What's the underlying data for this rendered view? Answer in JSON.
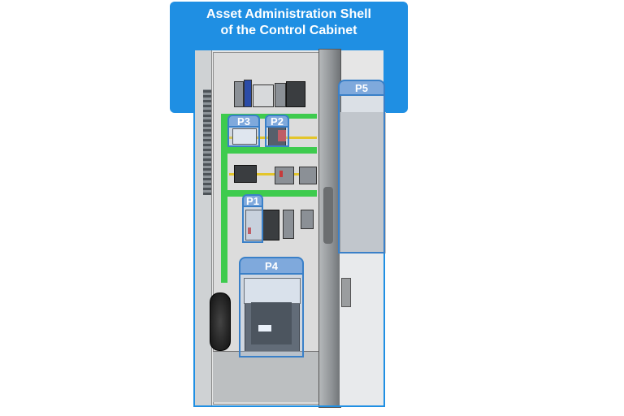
{
  "shell": {
    "title_line1": "Asset Administration Shell",
    "title_line2": "of the Control Cabinet"
  },
  "parts": [
    {
      "id": "p1",
      "label": "P1"
    },
    {
      "id": "p2",
      "label": "P2"
    },
    {
      "id": "p3",
      "label": "P3"
    },
    {
      "id": "p4",
      "label": "P4"
    },
    {
      "id": "p5",
      "label": "P5"
    }
  ],
  "colors": {
    "shell_blue": "#1f8fe3",
    "part_blue": "#7fa9dc",
    "rail_green": "#3ecb4e"
  }
}
